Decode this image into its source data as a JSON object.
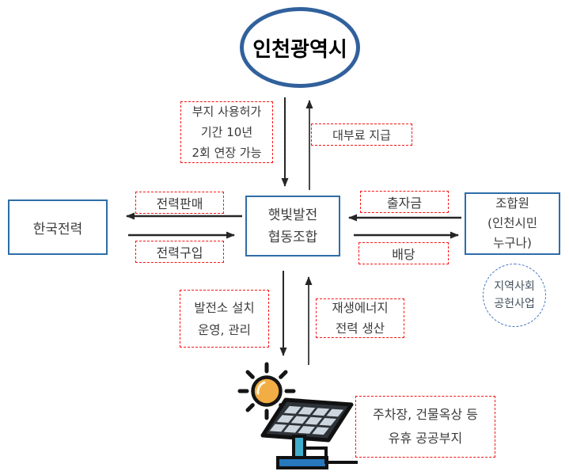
{
  "nodes": {
    "city": "인천광역시",
    "kepco": "한국전력",
    "coop": "햇빛발전\n협동조합",
    "members": "조합원\n(인천시민\n누구나)",
    "community": "지역사회\n공헌사업"
  },
  "edge_labels": {
    "site_permit": "부지 사용허가\n기간 10년\n2회 연장 가능",
    "rent_payment": "대부료 지급",
    "power_sale": "전력판매",
    "power_purchase": "전력구입",
    "investment": "출자금",
    "dividend": "배당",
    "plant_operation": "발전소 설치\n운영, 관리",
    "renewable_generation": "재생에너지\n전력 생산",
    "idle_land": "주차장, 건물옥상 등\n유휴 공공부지"
  },
  "icons": {
    "solar": "sun-and-solar-panel-icon"
  },
  "colors": {
    "node_border": "#2E6DA8",
    "ellipse_border": "#31619C",
    "label_border": "#FB1414",
    "circle_border": "#4472C4",
    "arrow": "#262626",
    "text": "#3B3B3B",
    "sun_fill": "#F2AE45",
    "panel_dark": "#2D3338",
    "panel_cell": "#CDD6DE",
    "stand_fill": "#3FAECC",
    "base_fill": "#2878BE"
  }
}
